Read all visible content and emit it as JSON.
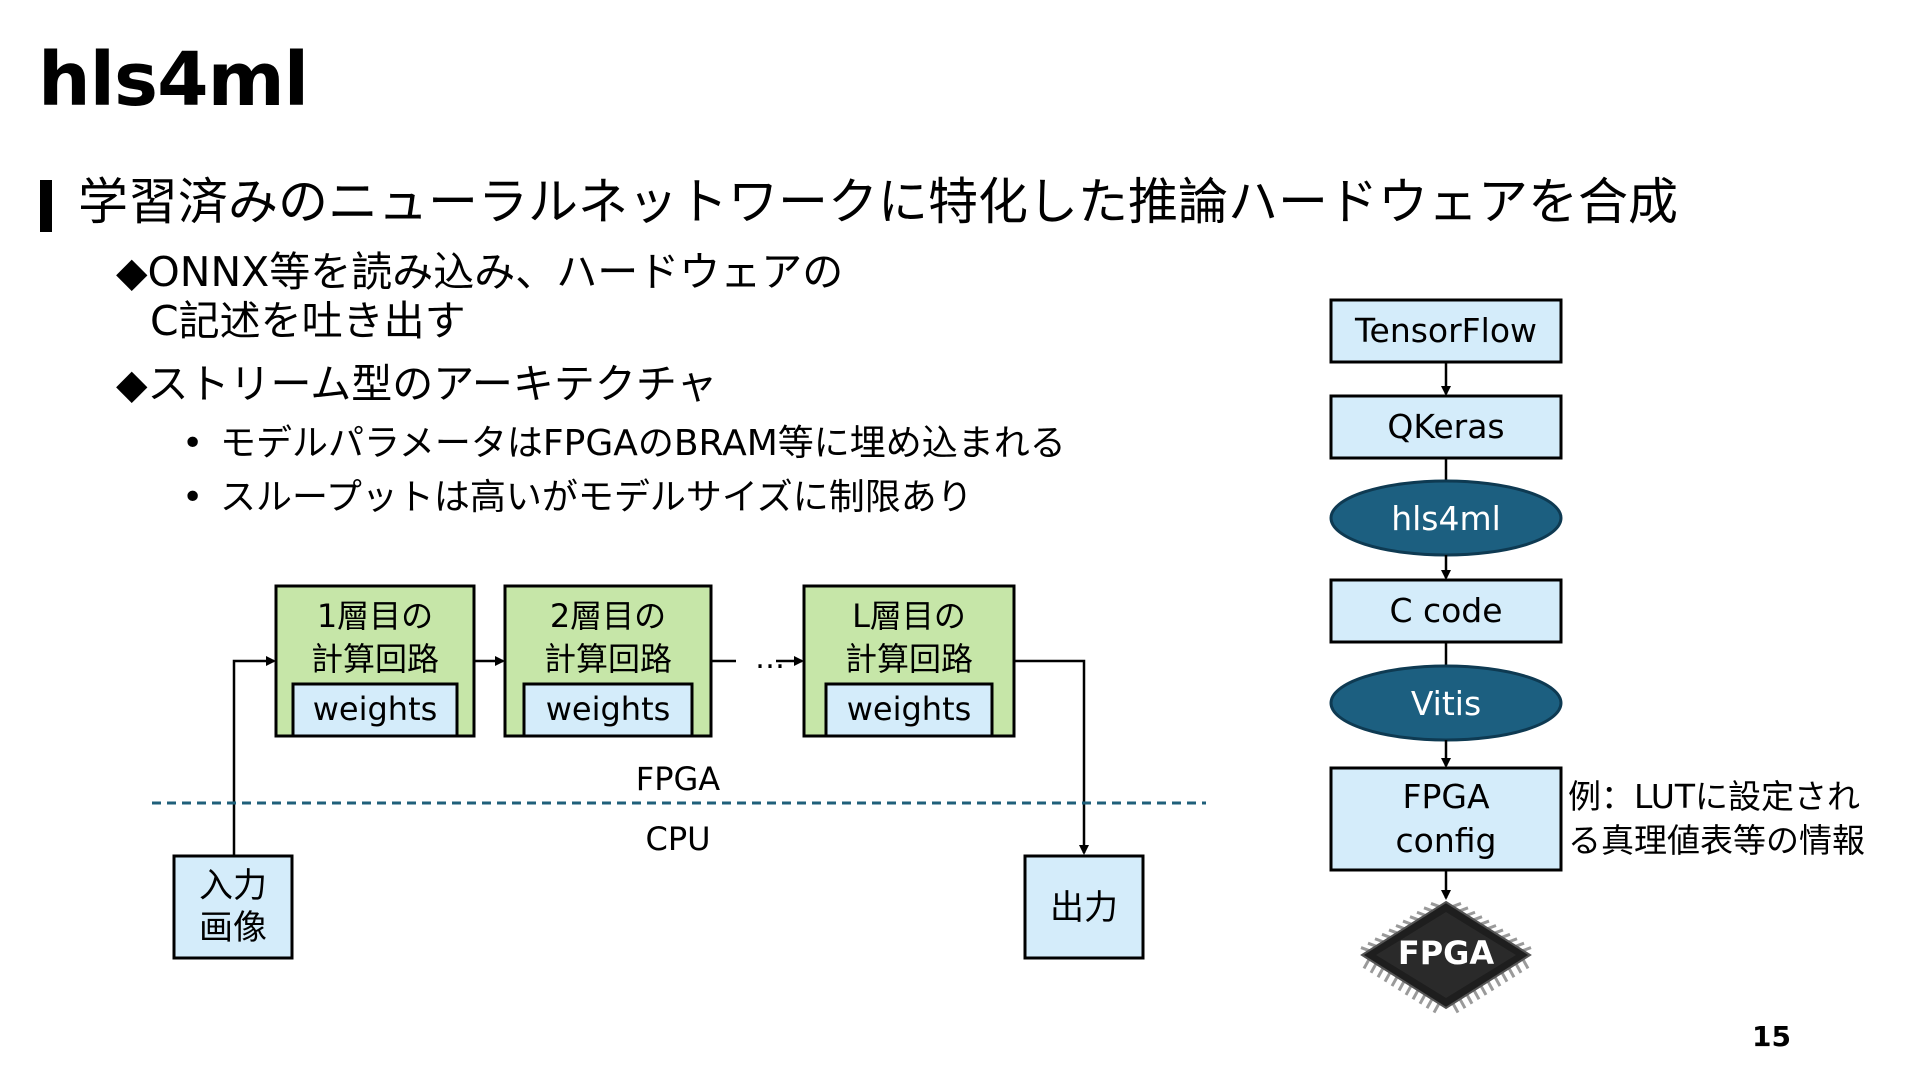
{
  "slide": {
    "title": "hls4ml",
    "heading": "学習済みのニューラルネットワークに特化した推論ハードウェアを合成",
    "bullets": [
      {
        "marker": "◆",
        "text": "ONNX等を読み込み、ハードウェアの",
        "cont": "C記述を吐き出す"
      },
      {
        "marker": "◆",
        "text": "ストリーム型のアーキテクチャ"
      }
    ],
    "sub_bullets": [
      {
        "marker": "•",
        "text": "モデルパラメータはFPGAのBRAM等に埋め込まれる"
      },
      {
        "marker": "•",
        "text": "スループットは高いがモデルサイズに制限あり"
      }
    ],
    "page_number": "15"
  },
  "pipeline": {
    "layers": [
      {
        "line1": "1層目の",
        "line2": "計算回路",
        "weights": "weights"
      },
      {
        "line1": "2層目の",
        "line2": "計算回路",
        "weights": "weights"
      },
      {
        "line1": "L層目の",
        "line2": "計算回路",
        "weights": "weights"
      }
    ],
    "ellipsis": "…",
    "fpga_label": "FPGA",
    "cpu_label": "CPU",
    "input": {
      "line1": "入力",
      "line2": "画像"
    },
    "output": "出力"
  },
  "toolflow": {
    "tensorflow": "TensorFlow",
    "qkeras": "QKeras",
    "hls4ml": "hls4ml",
    "c_code": "C code",
    "vitis": "Vitis",
    "fpga_config": {
      "line1": "FPGA",
      "line2": "config"
    },
    "chip_label": "FPGA",
    "note": {
      "line1": "例：LUTに設定され",
      "line2": "る真理値表等の情報"
    }
  },
  "colors": {
    "layer_fill": "#c6e6a8",
    "light_blue_fill": "#d4ecfa",
    "ellipse_fill": "#1c5f80",
    "dashed_line": "#1f5f7a",
    "chip_body": "#1e1e1e",
    "chip_pins": "#9a9a9a"
  }
}
